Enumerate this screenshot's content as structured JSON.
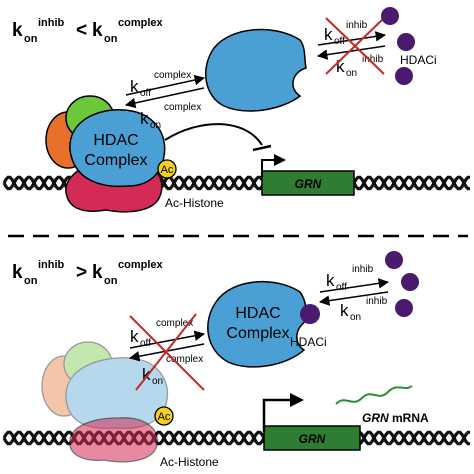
{
  "top_panel": {
    "title": {
      "k1": "k",
      "sub1": "on",
      "sup1": "inhib",
      "op": "<",
      "k2": "k",
      "sub2": "on",
      "sup2": "complex"
    },
    "complex_label_line1": "HDAC",
    "complex_label_line2": "Complex",
    "ac_label": "Ac",
    "histone_label": "Ac-Histone",
    "gene_label": "GRN",
    "rates_left": {
      "k_off": "k",
      "off_sub": "off",
      "off_sup": "complex",
      "k_on": "k",
      "on_sub": "on",
      "on_sup": "complex"
    },
    "rates_right": {
      "k_off": "k",
      "off_sub": "off",
      "off_sup": "inhib",
      "k_on": "k",
      "on_sub": "on",
      "on_sup": "inhib"
    },
    "inhibitor_label": "HDACi"
  },
  "bottom_panel": {
    "title": {
      "k1": "k",
      "sub1": "on",
      "sup1": "inhib",
      "op": ">",
      "k2": "k",
      "sub2": "on",
      "sup2": "complex"
    },
    "complex_label_line1": "HDAC",
    "complex_label_line2": "Complex",
    "inhibitor_label": "HDACi",
    "ac_label": "Ac",
    "histone_label": "Ac-Histone",
    "gene_label": "GRN",
    "mrna_gene": "GRN",
    "mrna_label": "mRNA",
    "rates_left": {
      "k_off": "k",
      "off_sub": "off",
      "off_sup": "complex",
      "k_on": "k",
      "on_sub": "on",
      "on_sup": "complex"
    },
    "rates_right": {
      "k_off": "k",
      "off_sub": "off",
      "off_sup": "inhib",
      "k_on": "k",
      "on_sub": "on",
      "on_sup": "inhib"
    }
  },
  "colors": {
    "hdac_blue": "#4a9fd4",
    "histone_red": "#d42a56",
    "orange": "#e8702a",
    "green_sub": "#6ac83a",
    "ac_yellow": "#f4d020",
    "gene_green": "#2e7d32",
    "inhibitor_purple": "#4a1a6e",
    "cross_red": "#c62828"
  }
}
